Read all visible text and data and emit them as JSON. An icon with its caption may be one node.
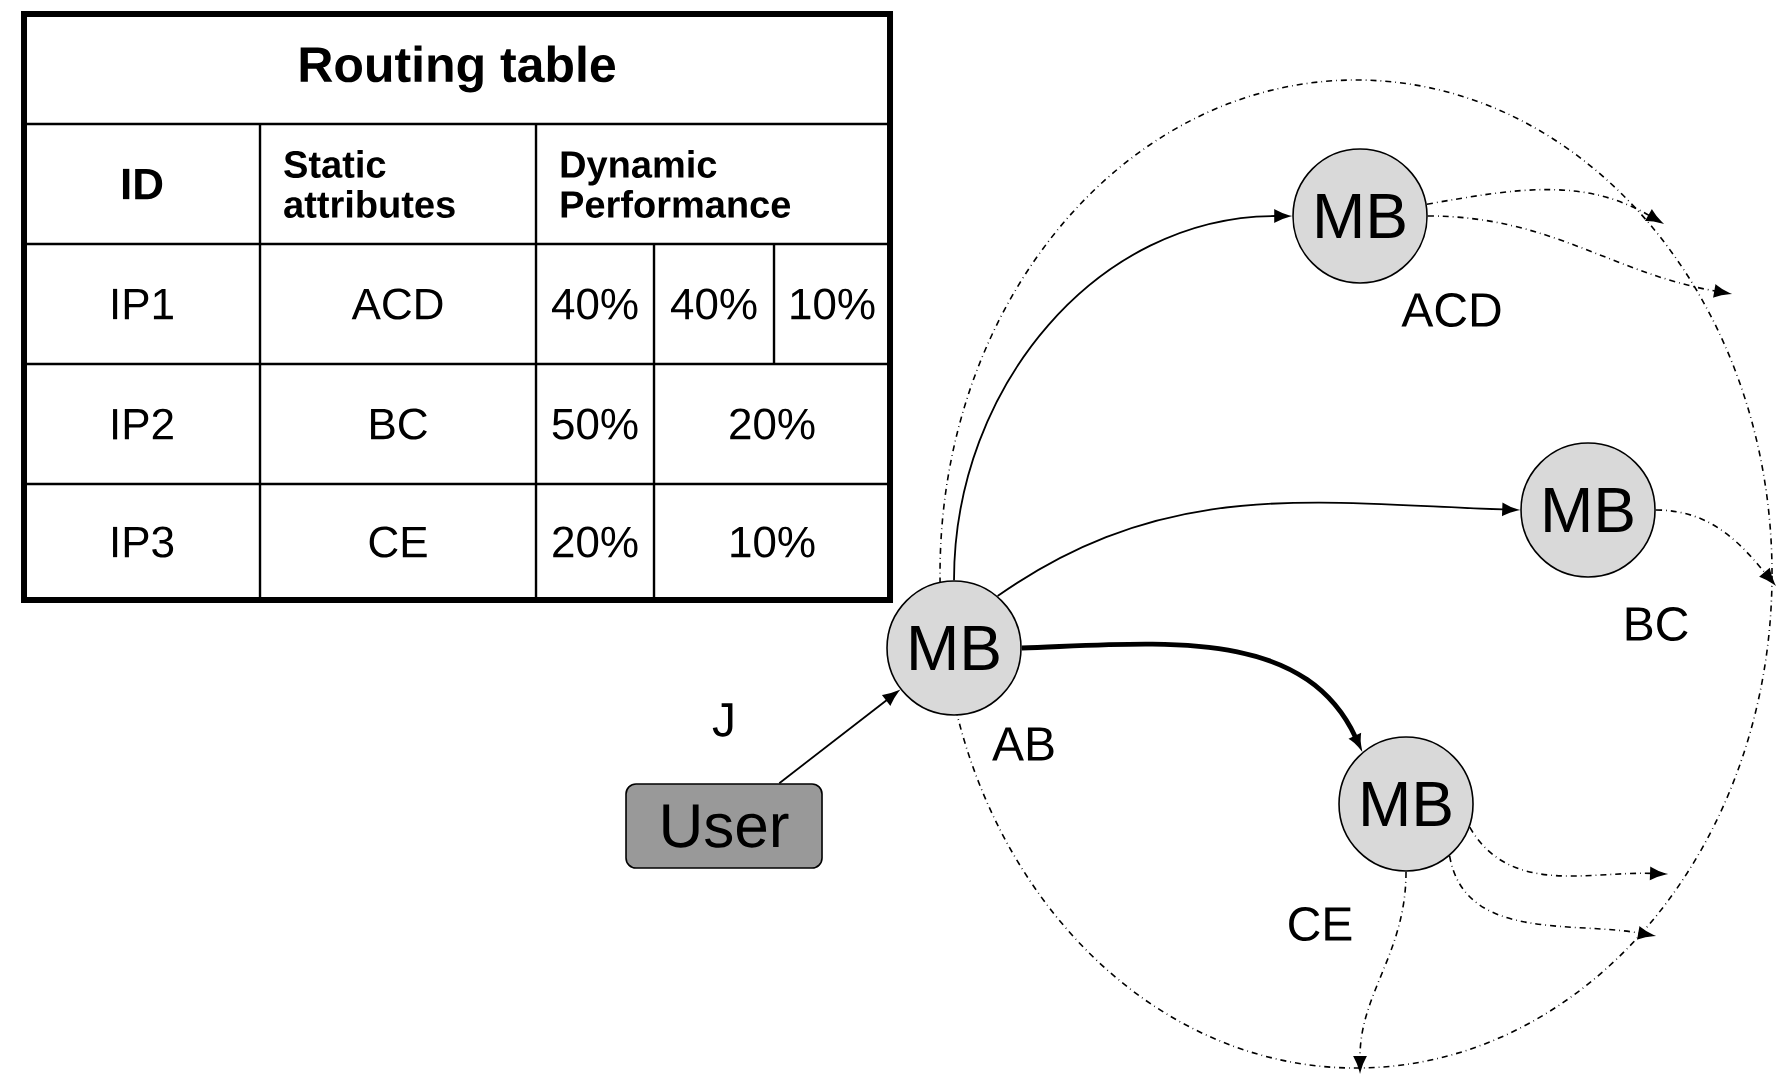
{
  "diagram": {
    "title": "Routing table",
    "nodes": [
      {
        "text": [
          "User"
        ]
      },
      {
        "text": [
          "MB"
        ],
        "beside": [
          "AB"
        ]
      },
      {
        "text": [
          "MB"
        ],
        "beside": [
          "ACD"
        ]
      },
      {
        "text": [
          "MB"
        ],
        "beside": [
          "BC"
        ]
      },
      {
        "text": [
          "MB"
        ],
        "beside": [
          "CE"
        ]
      }
    ],
    "edges": [
      {
        "from": 0,
        "to": 1,
        "arrow": "to",
        "label": "J"
      },
      {
        "from": 1,
        "to": 2,
        "arrow": "to"
      },
      {
        "from": 1,
        "to": 3,
        "arrow": "to"
      },
      {
        "from": 1,
        "to": 4,
        "arrow": "to",
        "style": "thick"
      },
      {
        "from": 2,
        "to": null,
        "arrow": "to",
        "style": "dashed"
      },
      {
        "from": 2,
        "to": null,
        "arrow": "to",
        "style": "dashed"
      },
      {
        "from": 3,
        "to": null,
        "arrow": "to",
        "style": "dashed"
      },
      {
        "from": 4,
        "to": null,
        "arrow": "to",
        "style": "dashed"
      },
      {
        "from": 4,
        "to": null,
        "arrow": "to",
        "style": "dashed"
      },
      {
        "from": 4,
        "to": null,
        "arrow": "to",
        "style": "dashed"
      }
    ],
    "labels": [
      "ID",
      "Static attributes",
      "Dynamic Performance",
      "IP1",
      "ACD",
      "40%",
      "40%",
      "10%",
      "IP2",
      "BC",
      "50%",
      "20%",
      "IP3",
      "CE",
      "20%",
      "10%"
    ]
  }
}
